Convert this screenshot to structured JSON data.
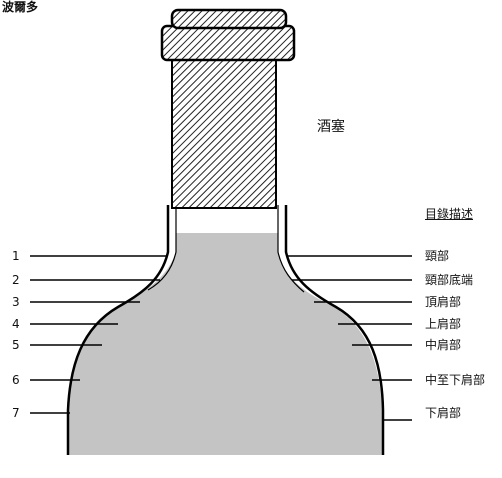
{
  "title": "波爾多",
  "cork_label": "酒塞",
  "description_header": "目錄描述",
  "levels": [
    {
      "number": "1",
      "description": "頸部"
    },
    {
      "number": "2",
      "description": "頸部底端"
    },
    {
      "number": "3",
      "description": "頂肩部"
    },
    {
      "number": "4",
      "description": "上肩部"
    },
    {
      "number": "5",
      "description": "中肩部"
    },
    {
      "number": "6",
      "description": "中至下肩部"
    },
    {
      "number": "7",
      "description": "下肩部"
    }
  ],
  "colors": {
    "wine": "#c4c4c4",
    "outline": "#000000",
    "background": "#ffffff"
  }
}
